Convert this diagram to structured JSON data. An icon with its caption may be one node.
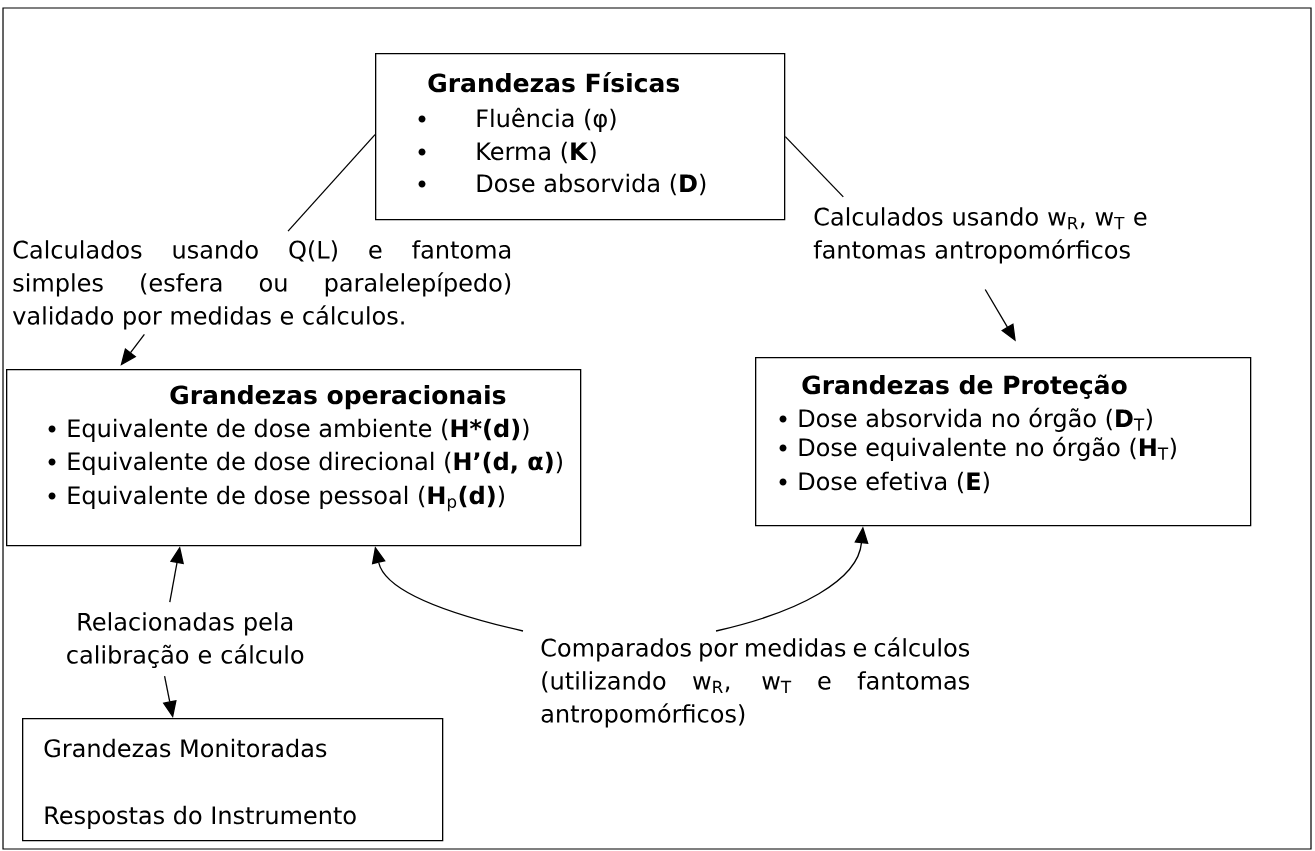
{
  "diagram": {
    "nodes": [
      {
        "text": [
          "Grandezas Físicas",
          "Fluência (φ)",
          "Kerma (**K**)",
          "Dose absorvida (**D**)"
        ]
      },
      {
        "text": [
          "Calculados usando Q(L) e fantoma simples (esfera ou paralelepípedo) validado por medidas e cálculos."
        ]
      },
      {
        "text": [
          "Grandezas operacionais",
          "Equivalente de dose ambiente (**H*(d)**)",
          "Equivalente de dose direcional (**H’(d, α)**)",
          "Equivalente de dose pessoal (**H**$_{p}$**(d)**)"
        ]
      },
      {
        "text": [
          "Calculados usando w$_{R}$, w$_{T}$ e fantomas antropomórficos"
        ]
      },
      {
        "text": [
          "Grandezas de Proteção",
          "Dose absorvida no órgão (**D**$_{T}$)",
          "Dose equivalente no órgão (**H**$_{T}$)",
          "Dose efetiva (**E**)"
        ]
      },
      {
        "text": [
          "Relacionadas pela calibração e cálculo"
        ]
      },
      {
        "text": [
          "Grandezas Monitoradas",
          "Respostas do Instrumento"
        ]
      },
      {
        "text": [
          "Comparados por medidas e cálculos (utilizando w$_{R}$, w$_{T}$ e fantomas antropomórficos)"
        ]
      }
    ],
    "edges": [
      {
        "from": 0,
        "to": 1,
        "arrow": "none"
      },
      {
        "from": 1,
        "to": 2,
        "arrow": "to"
      },
      {
        "from": 0,
        "to": 3,
        "arrow": "none"
      },
      {
        "from": 3,
        "to": 4,
        "arrow": "to"
      },
      {
        "from": 5,
        "to": 2,
        "arrow": "to"
      },
      {
        "from": 5,
        "to": 6,
        "arrow": "to"
      },
      {
        "from": 7,
        "to": 2,
        "arrow": "to"
      },
      {
        "from": 7,
        "to": 4,
        "arrow": "to"
      }
    ]
  }
}
